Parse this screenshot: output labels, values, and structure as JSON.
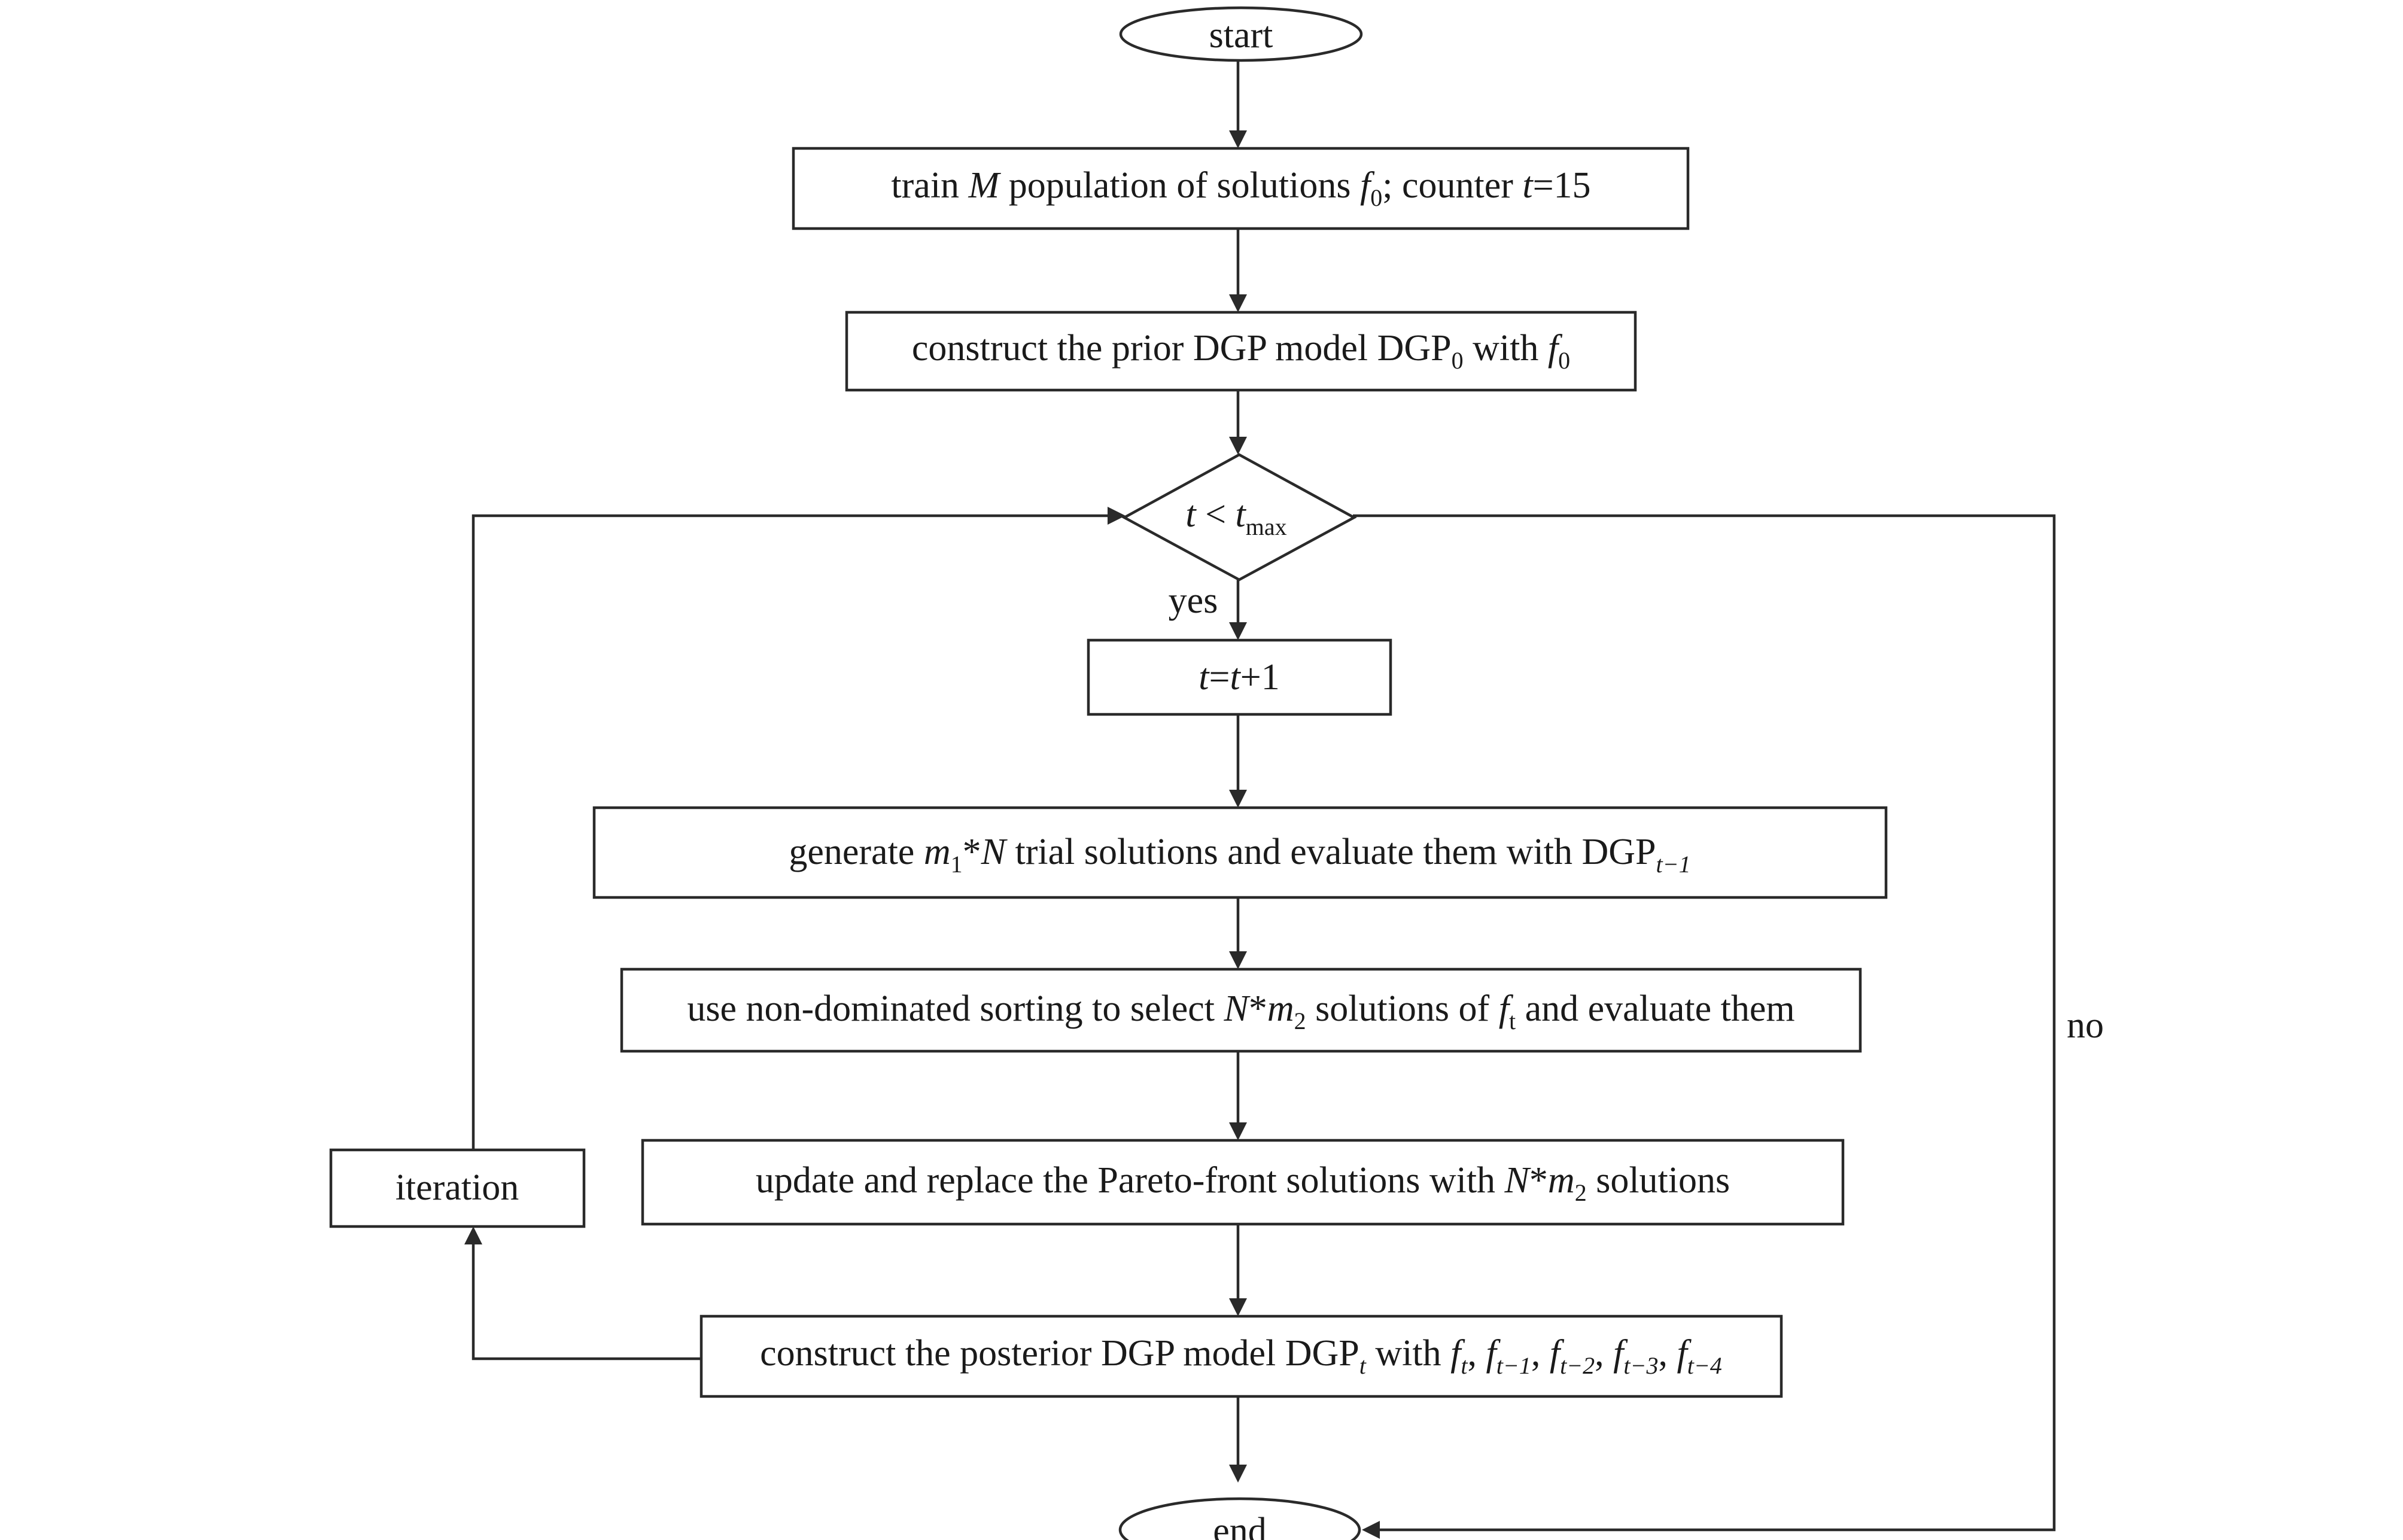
{
  "diagram": {
    "nodes": {
      "start": "start",
      "train": {
        "t1": "train ",
        "m": "M",
        "t2": " population of solutions ",
        "f": "f",
        "fsub": "0",
        "t3": "; counter ",
        "t": "t",
        "t4": "=15"
      },
      "prior": {
        "t1": "construct the prior DGP model DGP",
        "sub1": "0",
        "t2": " with ",
        "f": "f",
        "fsub": "0"
      },
      "decision": {
        "t": "t",
        "op": " < ",
        "tmax": "t",
        "tmaxsub": "max"
      },
      "increment": {
        "t": "t",
        "eq": "=",
        "t2": "t",
        "plus": "+1"
      },
      "generate": {
        "t1": "generate ",
        "m": "m",
        "msub": "1",
        "t2": "*",
        "n": "N",
        "t3": " trial solutions and evaluate them with DGP",
        "dsub": "t−1"
      },
      "sort": {
        "t1": "use non-dominated sorting to select ",
        "n": "N",
        "t2": "*",
        "m": "m",
        "msub": "2",
        "t3": " solutions of ",
        "f": "f",
        "fsub": "t",
        "t4": " and evaluate them"
      },
      "update": {
        "t1": "update and replace the Pareto-front solutions with ",
        "n": "N",
        "t2": "*",
        "m": "m",
        "msub": "2",
        "t3": " solutions"
      },
      "posterior": {
        "t1": "construct the posterior DGP model DGP",
        "dsub": "t",
        "t2": " with ",
        "f1": "f",
        "f1sub": "t",
        "c1": ", ",
        "f2": "f",
        "f2sub": "t−1",
        "c2": ", ",
        "f3": "f",
        "f3sub": "t−2",
        "c3": ", ",
        "f4": "f",
        "f4sub": "t−3",
        "c4": ", ",
        "f5": "f",
        "f5sub": "t−4"
      },
      "iteration": "iteration",
      "end": "end"
    },
    "edge_labels": {
      "yes": "yes",
      "no": "no"
    }
  }
}
